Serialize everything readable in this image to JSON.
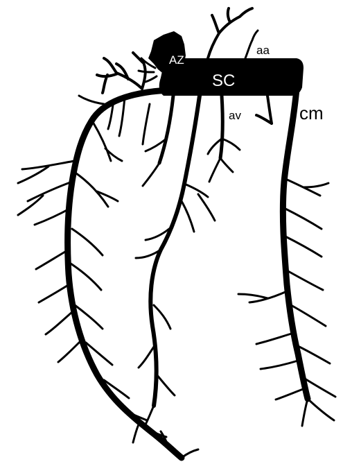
{
  "labels": {
    "az": "AZ",
    "aa": "aa",
    "sc": "SC",
    "av": "av",
    "cm": "cm"
  },
  "colors": {
    "vessel": "#000000",
    "background": "#ffffff",
    "inner_label": "#ffffff"
  }
}
